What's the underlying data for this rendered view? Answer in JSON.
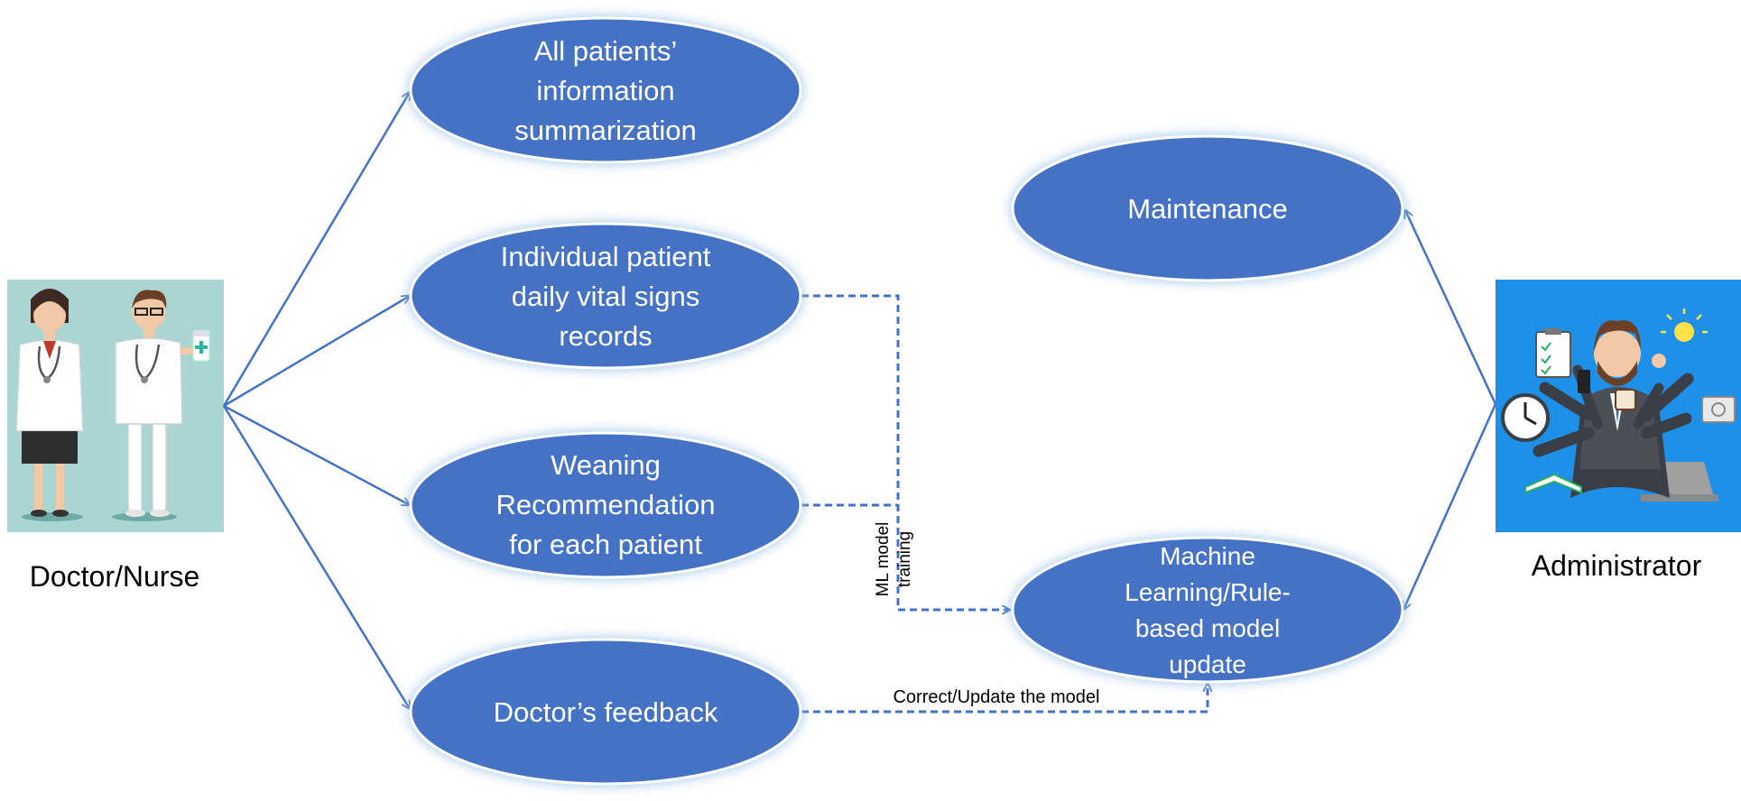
{
  "actors": {
    "left": {
      "label": "Doctor/Nurse",
      "icon": "doctor-nurse-illustration-icon"
    },
    "right": {
      "label": "Administrator",
      "icon": "busy-administrator-illustration-icon"
    }
  },
  "use_cases": {
    "summary": {
      "lines": [
        "All patients’",
        "information",
        "summarization"
      ]
    },
    "vitals": {
      "lines": [
        "Individual patient",
        "daily vital signs",
        "records"
      ]
    },
    "weaning": {
      "lines": [
        "Weaning",
        "Recommendation",
        "for each patient"
      ]
    },
    "feedback": {
      "lines": [
        "Doctor’s feedback"
      ]
    },
    "maintenance": {
      "lines": [
        "Maintenance"
      ]
    },
    "model_update": {
      "lines": [
        "Machine",
        "Learning/Rule-",
        "based model",
        "update"
      ]
    }
  },
  "connector_labels": {
    "ml_training": [
      "ML model",
      "training"
    ],
    "correct_update": "Correct/Update the model"
  },
  "colors": {
    "ellipse_fill": "#4472C4",
    "ellipse_border": "#ffffff",
    "ellipse_glow": "#9DC3E6",
    "line": "#4472C4",
    "doctor_bg": "#A9D6D3",
    "admin_bg": "#1E90E8"
  }
}
